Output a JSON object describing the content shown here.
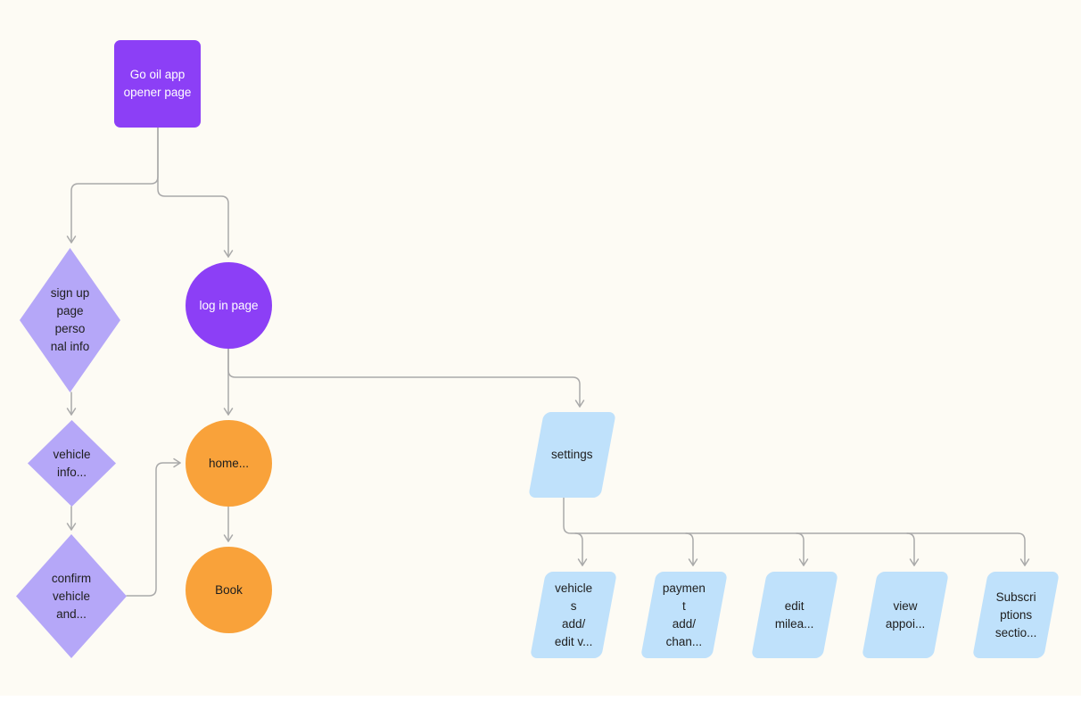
{
  "canvas": {
    "background_color": "#FDFBF4",
    "connector_color": "#A9A9A9"
  },
  "colors": {
    "purple": "#8C3FF6",
    "light_purple": "#B5A7F8",
    "orange": "#F9A23A",
    "light_blue": "#BFE1FB",
    "text_dark": "#1E1E1E",
    "text_light": "#FFFFFF"
  },
  "nodes": {
    "opener": {
      "shape": "rectangle",
      "fill": "#8C3FF6",
      "label": "Go oil app\nopener page"
    },
    "signup": {
      "shape": "diamond",
      "fill": "#B5A7F8",
      "label": "sign up\npage\nperso\nnal info"
    },
    "login": {
      "shape": "circle",
      "fill": "#8C3FF6",
      "label": "log in page"
    },
    "vehicle_info": {
      "shape": "diamond",
      "fill": "#B5A7F8",
      "label": "vehicle\ninfo..."
    },
    "confirm_vehicle": {
      "shape": "diamond",
      "fill": "#B5A7F8",
      "label": "confirm\nvehicle\nand..."
    },
    "home": {
      "shape": "circle",
      "fill": "#F9A23A",
      "label": "home..."
    },
    "book": {
      "shape": "circle",
      "fill": "#F9A23A",
      "label": "Book"
    },
    "settings": {
      "shape": "parallelogram",
      "fill": "#BFE1FB",
      "label": "settings"
    },
    "vehicles": {
      "shape": "parallelogram",
      "fill": "#BFE1FB",
      "label": "vehicle\ns\nadd/\nedit v..."
    },
    "payment": {
      "shape": "parallelogram",
      "fill": "#BFE1FB",
      "label": "paymen\nt\nadd/\nchan..."
    },
    "edit_mileage": {
      "shape": "parallelogram",
      "fill": "#BFE1FB",
      "label": "edit\nmilea..."
    },
    "view_appointments": {
      "shape": "parallelogram",
      "fill": "#BFE1FB",
      "label": "view\nappoi..."
    },
    "subscriptions": {
      "shape": "parallelogram",
      "fill": "#BFE1FB",
      "label": "Subscri\nptions\nsectio..."
    }
  },
  "edges": [
    {
      "from": "opener",
      "to": "signup"
    },
    {
      "from": "opener",
      "to": "login"
    },
    {
      "from": "signup",
      "to": "vehicle_info"
    },
    {
      "from": "vehicle_info",
      "to": "confirm_vehicle"
    },
    {
      "from": "confirm_vehicle",
      "to": "home"
    },
    {
      "from": "login",
      "to": "home"
    },
    {
      "from": "login",
      "to": "settings"
    },
    {
      "from": "home",
      "to": "book"
    },
    {
      "from": "settings",
      "to": "vehicles"
    },
    {
      "from": "settings",
      "to": "payment"
    },
    {
      "from": "settings",
      "to": "edit_mileage"
    },
    {
      "from": "settings",
      "to": "view_appointments"
    },
    {
      "from": "settings",
      "to": "subscriptions"
    }
  ]
}
